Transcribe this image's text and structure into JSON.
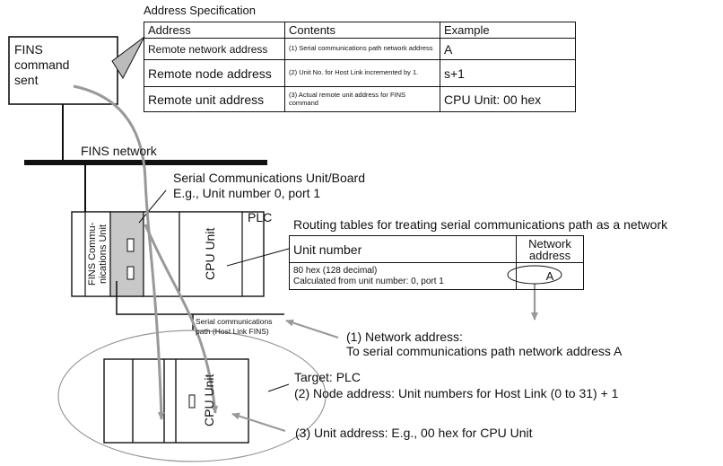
{
  "address_spec": {
    "title": "Address Specification",
    "headers": [
      "Address",
      "Contents",
      "Example"
    ],
    "rows": [
      {
        "address": "Remote network address",
        "contents": "(1) Serial communications path network address",
        "example": "A"
      },
      {
        "address": "Remote node address",
        "contents": "(2) Unit No. for Host Link incremented by 1.",
        "example": "s+1"
      },
      {
        "address": "Remote unit address",
        "contents": "(3) Actual remote unit address for FINS command",
        "example": "CPU Unit: 00 hex"
      }
    ]
  },
  "fins_box": {
    "line1": "FINS",
    "line2": "command",
    "line3": "sent"
  },
  "fins_network_label": "FINS network",
  "serial_unit": {
    "line1": "Serial Communications Unit/Board",
    "line2": "E.g., Unit number 0, port 1"
  },
  "plc_label": "PLC",
  "fins_unit_label_1": "FINS Commu-",
  "fins_unit_label_2": "nications Unit",
  "cpu_unit_label": "CPU Unit",
  "routing": {
    "title": "Routing tables for treating serial communications path as a network",
    "headers": [
      "Unit number",
      "Network address"
    ],
    "unit_line1": "80 hex (128 decimal)",
    "unit_line2": "Calculated from unit number: 0, port 1",
    "network_value": "A"
  },
  "serial_path": {
    "line1": "Serial communications",
    "line2": "path (Host Link FINS)"
  },
  "note1": {
    "line1": "(1) Network address:",
    "line2": "To serial communications path network address A"
  },
  "target": {
    "line1": "Target: PLC",
    "line2": "(2) Node address: Unit numbers for Host Link (0 to 31) + 1",
    "cpu_label": "CPU Unit"
  },
  "note3": "(3) Unit address: E.g., 00 hex for CPU Unit"
}
